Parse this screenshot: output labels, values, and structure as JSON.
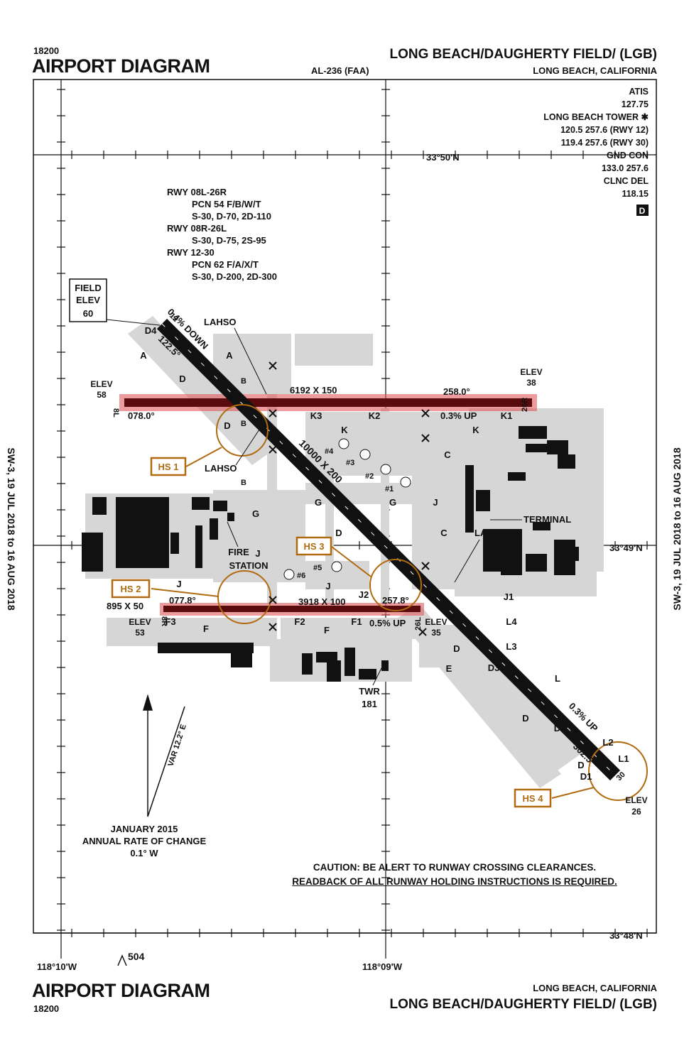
{
  "header": {
    "volume_top": "18200",
    "title_top": "AIRPORT DIAGRAM",
    "procedure_id": "AL-236 (FAA)",
    "airport_name_top": "LONG BEACH/DAUGHERTY FIELD/ (LGB)",
    "city_top": "LONG BEACH, CALIFORNIA"
  },
  "footer": {
    "volume_bottom": "18200",
    "title_bottom": "AIRPORT DIAGRAM",
    "airport_name_bottom": "LONG BEACH/DAUGHERTY FIELD/ (LGB)",
    "city_bottom": "LONG BEACH, CALIFORNIA"
  },
  "side_labels": {
    "left": "SW-3,  19 JUL 2018  to  16 AUG 2018",
    "right": "SW-3,  19 JUL 2018  to  16 AUG 2018"
  },
  "frequencies": [
    "ATIS",
    "127.75",
    "LONG BEACH TOWER ✱",
    "120.5 257.6 (RWY 12)",
    "119.4 257.6 (RWY 30)",
    "GND CON",
    "133.0 257.6",
    "CLNC DEL",
    "118.15"
  ],
  "freq_badge": "D",
  "runway_info": [
    "RWY 08L-26R",
    "PCN 54 F/B/W/T",
    "S-30, D-70, 2D-110",
    "RWY 08R-26L",
    "S-30, D-75, 2S-95",
    "RWY 12-30",
    "PCN 62 F/A/X/T",
    "S-30, D-200, 2D-300"
  ],
  "coords": {
    "lat_top": "33°50'N",
    "lat_mid": "33°49'N",
    "lat_bottom": "33°48'N",
    "lon_left": "118°10'W",
    "lon_mid": "118°09'W"
  },
  "field_elev": {
    "line1": "FIELD",
    "line2": "ELEV",
    "value": "60"
  },
  "runways": {
    "r08L_26R": {
      "dims": "6192 X 150",
      "hdg_w": "078.0°",
      "hdg_e": "258.0°",
      "end_w": "8L",
      "end_e": "26R",
      "grade": "0.3% UP"
    },
    "r08R_26L": {
      "dims": "3918 X 100",
      "hdg_w": "077.8°",
      "hdg_e": "257.8°",
      "end_w": "8R",
      "end_e": "26L",
      "grade": "0.5% UP"
    },
    "r12_30": {
      "dims": "10000 X 200",
      "hdg_nw": "122.5°",
      "hdg_se": "302.5°",
      "end_nw": "12",
      "end_se": "30",
      "grade_nw": "0.4% DOWN",
      "grade_se": "0.3% UP"
    },
    "short": {
      "dims": "895 X 50"
    }
  },
  "elevations": [
    {
      "label": "ELEV",
      "value": "58"
    },
    {
      "label": "ELEV",
      "value": "38"
    },
    {
      "label": "ELEV",
      "value": "53"
    },
    {
      "label": "ELEV",
      "value": "35"
    },
    {
      "label": "ELEV",
      "value": "26"
    }
  ],
  "hot_spots": [
    "HS 1",
    "HS 2",
    "HS 3",
    "HS 4"
  ],
  "labels": {
    "lahso": "LAHSO",
    "terminal": "TERMINAL",
    "fire1": "FIRE",
    "fire2": "STATION",
    "twr": "TWR",
    "twr_height": "181"
  },
  "taxiways": [
    "A",
    "A",
    "B",
    "B",
    "B",
    "C",
    "C",
    "D",
    "D",
    "D",
    "D",
    "D",
    "D",
    "E",
    "F",
    "F",
    "G",
    "G",
    "G",
    "J",
    "J",
    "J",
    "J",
    "K",
    "K",
    "L",
    "L4",
    "L3",
    "L2",
    "L1",
    "J1",
    "J2",
    "K1",
    "K2",
    "K3",
    "F1",
    "F2",
    "F3",
    "D4",
    "D3",
    "D2",
    "D1"
  ],
  "helipads": [
    "#1",
    "#2",
    "#3",
    "#4",
    "#5",
    "#6"
  ],
  "magvar": {
    "var": "VAR 12.2° E",
    "note1": "JANUARY 2015",
    "note2": "ANNUAL RATE OF CHANGE",
    "note3": "0.1° W"
  },
  "obstacle": "504",
  "caution": {
    "line1": "CAUTION: BE ALERT TO RUNWAY CROSSING CLEARANCES.",
    "line2": "READBACK OF ALL RUNWAY HOLDING INSTRUCTIONS IS REQUIRED."
  },
  "colors": {
    "runway": "#111111",
    "highlight": "#e05a5a",
    "hotspot": "#b06a10",
    "pavement": "#d6d6d6",
    "building": "#111111"
  }
}
